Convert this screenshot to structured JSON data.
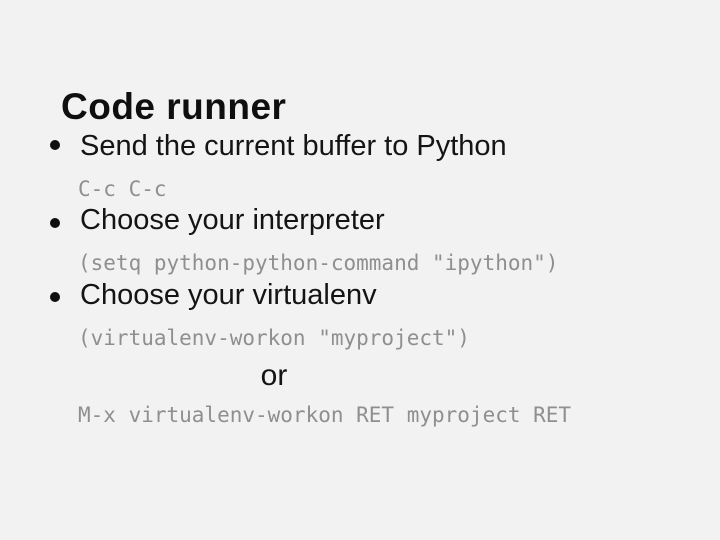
{
  "slide": {
    "title": "Code runner",
    "bullets": [
      {
        "label": "Send the current buffer to Python",
        "code": "C-c C-c"
      },
      {
        "label": "Choose your interpreter",
        "code": "(setq python-python-command \"ipython\")"
      },
      {
        "label": "Choose your virtualenv",
        "code": "(virtualenv-workon \"myproject\")",
        "or_label": "or",
        "alt_code": "M-x virtualenv-workon RET myproject RET"
      }
    ],
    "colors": {
      "background": "#f2f2f2",
      "heading_text": "#0f0f0f",
      "body_text": "#141414",
      "code_text": "#8f8f8f"
    }
  }
}
